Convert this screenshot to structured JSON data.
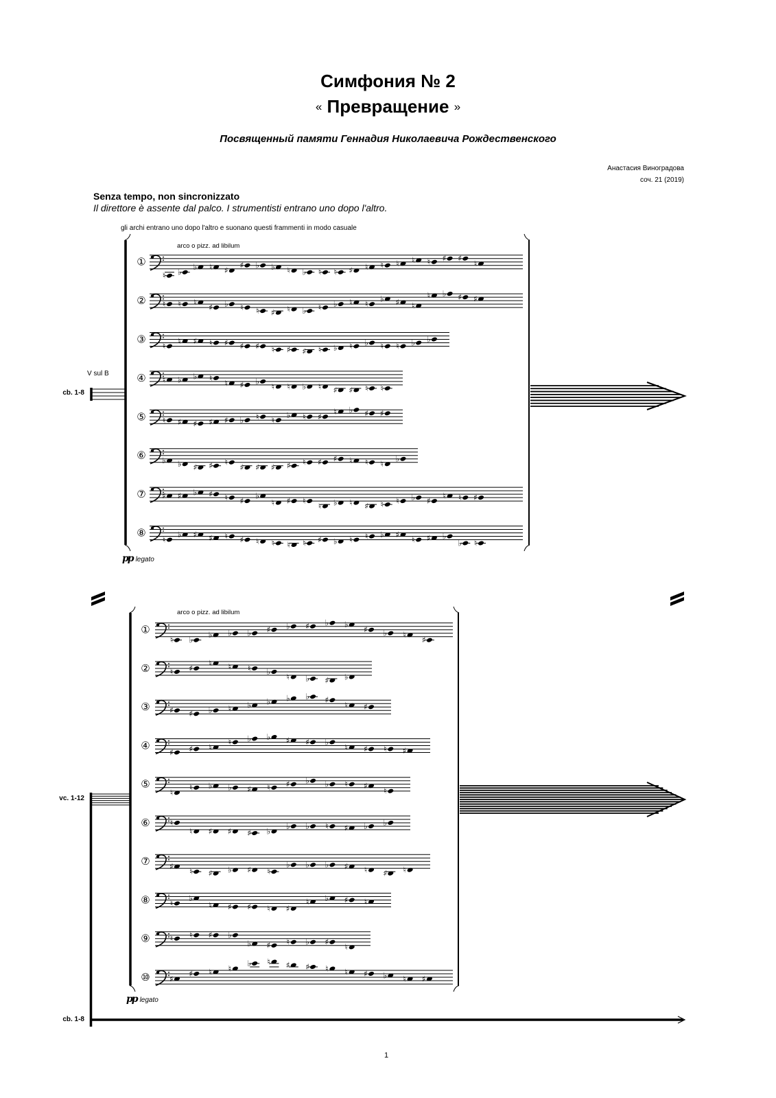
{
  "header": {
    "title": "Симфония № 2",
    "subtitle_open": "«",
    "subtitle": "Превращение",
    "subtitle_close": "»",
    "dedication": "Посвященный памяти Геннадия Николаевича Рождественского",
    "composer": "Анастасия Виноградова",
    "opus": "соч. 21 (2019)"
  },
  "tempo": "Senza tempo, non sincronizzato",
  "instruction": "Il direttore è assente dal palco. I strumentisti entrano uno dopo l'altro.",
  "strings_note": "gli archi entrano uno dopo l'altro e suonano questi frammenti in modo casuale",
  "systems": [
    {
      "technique": "arco o pizz. ad libilum",
      "dynamic_mark": "pp",
      "dynamic_text": "legato",
      "side_instrument": "cb. 1-8",
      "side_technique": "V sul B",
      "staves": [
        {
          "number": "①",
          "notes": [
            [
              -8,
              "n"
            ],
            [
              -6,
              "b"
            ],
            [
              -3,
              "b"
            ],
            [
              -3,
              "n"
            ],
            [
              -5,
              "s"
            ],
            [
              -2,
              "s"
            ],
            [
              -2,
              "b"
            ],
            [
              -3,
              "b"
            ],
            [
              -5,
              "n"
            ],
            [
              -6,
              "b"
            ],
            [
              -6,
              "n"
            ],
            [
              -6,
              "n"
            ],
            [
              -5,
              "s"
            ],
            [
              -3,
              "n"
            ],
            [
              -2,
              "n"
            ],
            [
              -1,
              "n"
            ],
            [
              1,
              "n"
            ],
            [
              0,
              "n"
            ],
            [
              2,
              "s"
            ],
            [
              2,
              "s"
            ],
            [
              -1,
              "n"
            ]
          ]
        },
        {
          "number": "②",
          "notes": [
            [
              -2,
              "n"
            ],
            [
              -2,
              "n"
            ],
            [
              -1,
              "n"
            ],
            [
              -4,
              "s"
            ],
            [
              -2,
              "b"
            ],
            [
              -4,
              "n"
            ],
            [
              -6,
              "n"
            ],
            [
              -7,
              "s"
            ],
            [
              -5,
              "n"
            ],
            [
              -6,
              "b"
            ],
            [
              -4,
              "n"
            ],
            [
              -2,
              "b"
            ],
            [
              -1,
              "n"
            ],
            [
              -2,
              "n"
            ],
            [
              1,
              "b"
            ],
            [
              -1,
              "s"
            ],
            [
              -3,
              "n"
            ],
            [
              3,
              "n"
            ],
            [
              4,
              "b"
            ],
            [
              2,
              "s"
            ],
            [
              1,
              "s"
            ]
          ]
        },
        {
          "number": "③",
          "notes": [
            [
              -4,
              "n"
            ],
            [
              -1,
              "n"
            ],
            [
              -1,
              "s"
            ],
            [
              -2,
              "n"
            ],
            [
              -2,
              "s"
            ],
            [
              -4,
              "s"
            ],
            [
              -4,
              "s"
            ],
            [
              -6,
              "n"
            ],
            [
              -6,
              "s"
            ],
            [
              -7,
              "s"
            ],
            [
              -6,
              "n"
            ],
            [
              -5,
              "b"
            ],
            [
              -4,
              "n"
            ],
            [
              -2,
              "b"
            ],
            [
              -4,
              "n"
            ],
            [
              -4,
              "n"
            ],
            [
              -2,
              "b"
            ],
            [
              0,
              "b"
            ]
          ]
        },
        {
          "number": "④",
          "notes": [
            [
              -1,
              "n"
            ],
            [
              -1,
              "b"
            ],
            [
              1,
              "b"
            ],
            [
              0,
              "n"
            ],
            [
              -3,
              "n"
            ],
            [
              -4,
              "s"
            ],
            [
              -2,
              "b"
            ],
            [
              -5,
              "n"
            ],
            [
              -5,
              "n"
            ],
            [
              -5,
              "b"
            ],
            [
              -5,
              "n"
            ],
            [
              -7,
              "s"
            ],
            [
              -7,
              "s"
            ],
            [
              -6,
              "n"
            ],
            [
              -6,
              "n"
            ]
          ]
        },
        {
          "number": "⑤",
          "notes": [
            [
              -2,
              "n"
            ],
            [
              -3,
              "s"
            ],
            [
              -4,
              "s"
            ],
            [
              -3,
              "s"
            ],
            [
              -2,
              "s"
            ],
            [
              -2,
              "b"
            ],
            [
              0,
              "n"
            ],
            [
              -2,
              "n"
            ],
            [
              1,
              "b"
            ],
            [
              0,
              "n"
            ],
            [
              0,
              "s"
            ],
            [
              3,
              "n"
            ],
            [
              4,
              "b"
            ],
            [
              2,
              "s"
            ],
            [
              2,
              "s"
            ]
          ]
        },
        {
          "number": "⑥",
          "notes": [
            [
              -3,
              "b"
            ],
            [
              -5,
              "b"
            ],
            [
              -7,
              "s"
            ],
            [
              -6,
              "s"
            ],
            [
              -4,
              "n"
            ],
            [
              -7,
              "s"
            ],
            [
              -7,
              "s"
            ],
            [
              -7,
              "s"
            ],
            [
              -6,
              "s"
            ],
            [
              -4,
              "n"
            ],
            [
              -4,
              "s"
            ],
            [
              -2,
              "s"
            ],
            [
              -3,
              "n"
            ],
            [
              -4,
              "n"
            ],
            [
              -5,
              "n"
            ],
            [
              -2,
              "b"
            ]
          ]
        },
        {
          "number": "⑦",
          "notes": [
            [
              -1,
              "s"
            ],
            [
              -1,
              "s"
            ],
            [
              1,
              "b"
            ],
            [
              0,
              "s"
            ],
            [
              -2,
              "n"
            ],
            [
              -4,
              "s"
            ],
            [
              -1,
              "b"
            ],
            [
              -5,
              "n"
            ],
            [
              -4,
              "s"
            ],
            [
              -4,
              "n"
            ],
            [
              -7,
              "n"
            ],
            [
              -5,
              "b"
            ],
            [
              -5,
              "n"
            ],
            [
              -7,
              "s"
            ],
            [
              -6,
              "n"
            ],
            [
              -4,
              "n"
            ],
            [
              -2,
              "b"
            ],
            [
              -4,
              "s"
            ],
            [
              -1,
              "n"
            ],
            [
              -2,
              "n"
            ],
            [
              -2,
              "s"
            ]
          ]
        },
        {
          "number": "⑧",
          "notes": [
            [
              -4,
              "n"
            ],
            [
              -1,
              "b"
            ],
            [
              -1,
              "s"
            ],
            [
              -3,
              "s"
            ],
            [
              -2,
              "n"
            ],
            [
              -4,
              "s"
            ],
            [
              -5,
              "n"
            ],
            [
              -6,
              "n"
            ],
            [
              -7,
              "n"
            ],
            [
              -6,
              "n"
            ],
            [
              -4,
              "s"
            ],
            [
              -5,
              "b"
            ],
            [
              -4,
              "n"
            ],
            [
              -2,
              "n"
            ],
            [
              -1,
              "b"
            ],
            [
              -1,
              "s"
            ],
            [
              -4,
              "n"
            ],
            [
              -3,
              "s"
            ],
            [
              -2,
              "b"
            ],
            [
              -6,
              "b"
            ],
            [
              -6,
              "n"
            ]
          ]
        }
      ]
    },
    {
      "technique": "arco o pizz. ad libilum",
      "dynamic_mark": "pp",
      "dynamic_text": "legato",
      "side_instrument": "vc. 1-12",
      "staves": [
        {
          "number": "①",
          "notes": [
            [
              -6,
              "n"
            ],
            [
              -6,
              "b"
            ],
            [
              -3,
              "b"
            ],
            [
              -2,
              "b"
            ],
            [
              -2,
              "b"
            ],
            [
              0,
              "s"
            ],
            [
              2,
              "b"
            ],
            [
              2,
              "s"
            ],
            [
              4,
              "b"
            ],
            [
              3,
              "b"
            ],
            [
              0,
              "s"
            ],
            [
              -2,
              "b"
            ],
            [
              -3,
              "n"
            ],
            [
              -6,
              "s"
            ]
          ]
        },
        {
          "number": "②",
          "notes": [
            [
              -2,
              "n"
            ],
            [
              0,
              "s"
            ],
            [
              3,
              "n"
            ],
            [
              1,
              "n"
            ],
            [
              0,
              "n"
            ],
            [
              -2,
              "b"
            ],
            [
              -5,
              "n"
            ],
            [
              -6,
              "b"
            ],
            [
              -7,
              "s"
            ],
            [
              -5,
              "b"
            ]
          ]
        },
        {
          "number": "③",
          "notes": [
            [
              -2,
              "s"
            ],
            [
              -4,
              "s"
            ],
            [
              -2,
              "b"
            ],
            [
              -1,
              "n"
            ],
            [
              1,
              "b"
            ],
            [
              3,
              "b"
            ],
            [
              5,
              "b"
            ],
            [
              6,
              "b"
            ],
            [
              4,
              "s"
            ],
            [
              1,
              "n"
            ],
            [
              0,
              "s"
            ]
          ]
        },
        {
          "number": "④",
          "notes": [
            [
              -4,
              "s"
            ],
            [
              -2,
              "s"
            ],
            [
              -1,
              "n"
            ],
            [
              2,
              "n"
            ],
            [
              4,
              "b"
            ],
            [
              5,
              "b"
            ],
            [
              3,
              "s"
            ],
            [
              2,
              "s"
            ],
            [
              2,
              "b"
            ],
            [
              -1,
              "n"
            ],
            [
              -2,
              "s"
            ],
            [
              -2,
              "n"
            ],
            [
              -3,
              "s"
            ]
          ]
        },
        {
          "number": "⑤",
          "notes": [
            [
              -5,
              "n"
            ],
            [
              -2,
              "n"
            ],
            [
              -1,
              "b"
            ],
            [
              -2,
              "b"
            ],
            [
              -3,
              "s"
            ],
            [
              -2,
              "n"
            ],
            [
              0,
              "s"
            ],
            [
              2,
              "b"
            ],
            [
              0,
              "b"
            ],
            [
              0,
              "n"
            ],
            [
              -1,
              "s"
            ],
            [
              -4,
              "n"
            ]
          ]
        },
        {
          "number": "⑥",
          "notes": [
            [
              0,
              "n"
            ],
            [
              -5,
              "n"
            ],
            [
              -5,
              "s"
            ],
            [
              -5,
              "s"
            ],
            [
              -6,
              "s"
            ],
            [
              -5,
              "b"
            ],
            [
              -2,
              "b"
            ],
            [
              -2,
              "b"
            ],
            [
              -2,
              "n"
            ],
            [
              -3,
              "s"
            ],
            [
              -2,
              "b"
            ],
            [
              0,
              "b"
            ]
          ]
        },
        {
          "number": "⑦",
          "notes": [
            [
              -3,
              "s"
            ],
            [
              -6,
              "n"
            ],
            [
              -7,
              "s"
            ],
            [
              -5,
              "b"
            ],
            [
              -5,
              "s"
            ],
            [
              -6,
              "n"
            ],
            [
              -2,
              "b"
            ],
            [
              -2,
              "b"
            ],
            [
              -2,
              "b"
            ],
            [
              -3,
              "s"
            ],
            [
              -5,
              "n"
            ],
            [
              -7,
              "s"
            ],
            [
              -5,
              "n"
            ]
          ]
        },
        {
          "number": "⑧",
          "notes": [
            [
              -2,
              "n"
            ],
            [
              1,
              "b"
            ],
            [
              -3,
              "n"
            ],
            [
              -4,
              "s"
            ],
            [
              -4,
              "s"
            ],
            [
              -5,
              "n"
            ],
            [
              -5,
              "s"
            ],
            [
              -1,
              "n"
            ],
            [
              1,
              "b"
            ],
            [
              0,
              "s"
            ],
            [
              -1,
              "n"
            ]
          ]
        },
        {
          "number": "⑨",
          "notes": [
            [
              0,
              "n"
            ],
            [
              2,
              "n"
            ],
            [
              2,
              "s"
            ],
            [
              2,
              "b"
            ],
            [
              -3,
              "b"
            ],
            [
              -4,
              "s"
            ],
            [
              -2,
              "n"
            ],
            [
              -2,
              "b"
            ],
            [
              -2,
              "s"
            ],
            [
              -5,
              "n"
            ]
          ]
        },
        {
          "number": "⑩",
          "notes": [
            [
              -1,
              "s"
            ],
            [
              2,
              "s"
            ],
            [
              3,
              "n"
            ],
            [
              5,
              "n"
            ],
            [
              8,
              "b"
            ],
            [
              9,
              "n"
            ],
            [
              7,
              "s"
            ],
            [
              6,
              "s"
            ],
            [
              5,
              "n"
            ],
            [
              3,
              "n"
            ],
            [
              2,
              "s"
            ],
            [
              1,
              "b"
            ],
            [
              -1,
              "n"
            ],
            [
              -1,
              "s"
            ]
          ]
        }
      ]
    }
  ],
  "bottom_instrument": "cb. 1-8",
  "page_number": "1"
}
